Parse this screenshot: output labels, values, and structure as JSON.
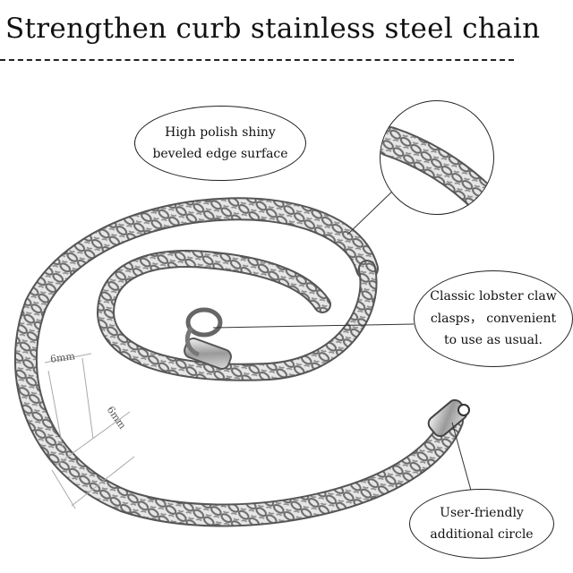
{
  "heading": {
    "title": "Strengthen curb stainless steel chain"
  },
  "callouts": {
    "surface": [
      "High polish shiny",
      "beveled edge surface"
    ],
    "clasp": [
      "Classic lobster claw",
      "clasps， convenient",
      "to use as usual."
    ],
    "circle": [
      "User-friendly",
      "additional circle"
    ]
  },
  "dimensions": {
    "chain_width": "6mm",
    "chain_thickness": "6mm"
  },
  "colors": {
    "steel_light": "#f2f2f2",
    "steel_dark": "#5a5a5a",
    "ink": "#111111"
  }
}
